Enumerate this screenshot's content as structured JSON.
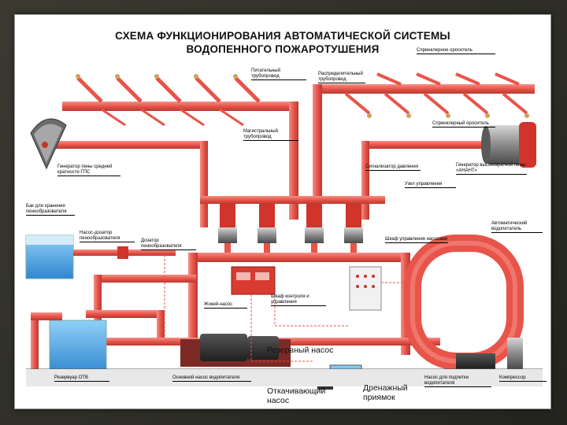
{
  "title": {
    "line1": "СХЕМА ФУНКЦИОНИРОВАНИЯ АВТОМАТИЧЕСКОЙ СИСТЕМЫ",
    "line2": "ВОДОПЕННОГО ПОЖАРОТУШЕНИЯ"
  },
  "labels": {
    "sprinkler_top": "Спринклерное ороситель",
    "deluge_pipe": "Распределительный трубопровод",
    "feed_pipe": "Питательный трубопровод",
    "main_pipe": "Магистральный трубопровод",
    "foam_generator_left": "Генератор пены средней кратности ГПС",
    "foam_generator_right": "Генератор высокократной пены «АНАНТ»",
    "foam_tank": "Бак для хранения пенообразователя",
    "pressure_switch": "Сигнализатор давления",
    "metering_valve": "Дозатор пенообразователя",
    "control_unit": "Узел управления",
    "fire_sprinkler": "Спринклерный ороситель",
    "auto_water_feeder": "Автоматический водопитатель",
    "dosing_pump": "Насос-дозатор пенообразователя",
    "control_cabinet": "Шкаф управления насосами",
    "valve_station": "Шкаф контроля и управления",
    "reserve_pump": "Резервный насос",
    "main_pump": "Основной насос водопитателя",
    "drainage_pump": "Откачивающий насос",
    "drainage_pit": "Дренажный приямок",
    "compressor_pump": "Насос для подпитки водопитателя",
    "compressor": "Компрессор",
    "reservoir": "Резервуар ОТВ",
    "jockey": "Жокей-насос"
  },
  "colors": {
    "pipe": "#e8544a",
    "pipe_dark": "#c0392b",
    "water": "#4aa8e8",
    "frame": "#ffffff"
  }
}
